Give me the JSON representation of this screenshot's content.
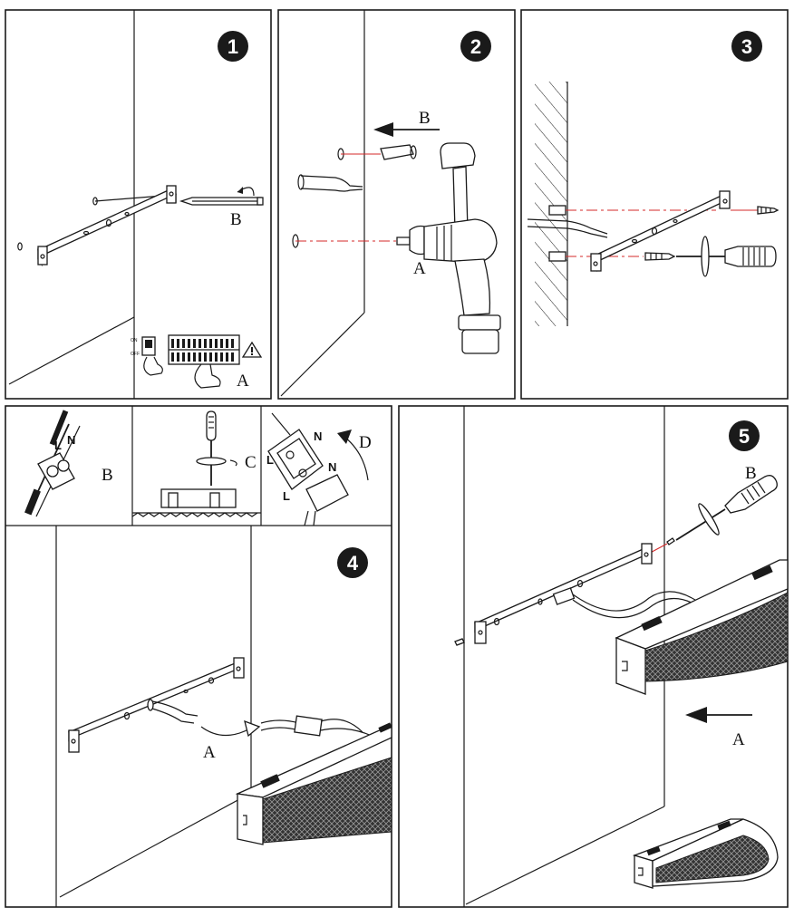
{
  "steps": [
    {
      "number": "1",
      "labels": {
        "A": "A",
        "B": "B"
      },
      "switch_on": "ON",
      "switch_off": "OFF"
    },
    {
      "number": "2",
      "labels": {
        "A": "A",
        "B": "B"
      }
    },
    {
      "number": "3"
    },
    {
      "number": "4",
      "labels": {
        "A": "A",
        "B": "B",
        "C": "C",
        "D": "D"
      },
      "wire_labels": {
        "L": "L",
        "N": "N"
      }
    },
    {
      "number": "5",
      "labels": {
        "A": "A",
        "B": "B"
      }
    }
  ],
  "colors": {
    "line": "#1a1a1a",
    "guide": "#d42a2a",
    "badge": "#111111"
  }
}
